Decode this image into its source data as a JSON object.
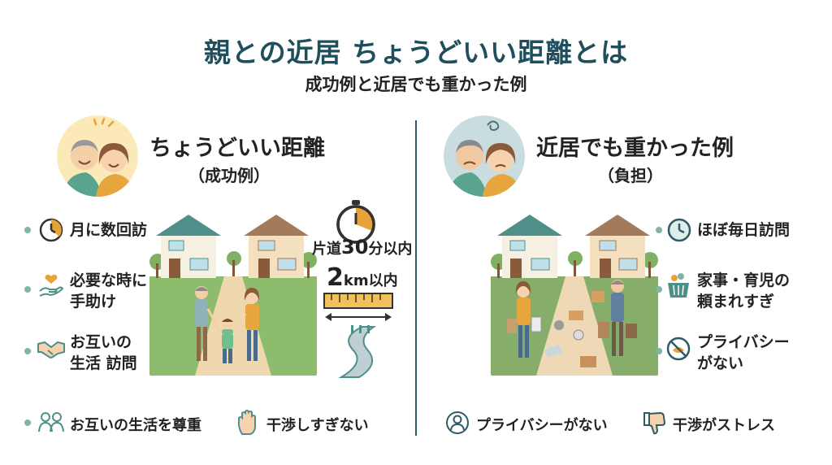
{
  "header": {
    "title": "親との近居 ちょうどいい距離とは",
    "subtitle": "成功例と近居でも重かった例"
  },
  "left": {
    "title": "ちょうどいい距離",
    "subtitle": "（成功例）",
    "items": [
      {
        "line1": "月に数回訪",
        "line2": "",
        "icon": "clock-icon"
      },
      {
        "line1": "必要な時に",
        "line2": "手助け",
        "icon": "heart-hand-icon"
      },
      {
        "line1": "お互いの",
        "line2": "生活 訪問",
        "icon": "handshake-icon"
      }
    ],
    "distance": {
      "prefix": "片道",
      "minutes": "30",
      "minutes_suffix": "分以内",
      "km_num": "2",
      "km_suffix": "km以内"
    },
    "footer": [
      {
        "label": "お互いの生活を尊重",
        "icon": "people-icon"
      },
      {
        "label": "干渉しすぎない",
        "icon": "raised-hand-icon"
      }
    ]
  },
  "right": {
    "title": "近居でも重かった例",
    "subtitle": "（負担）",
    "items": [
      {
        "line1": "ほぼ毎日訪問",
        "line2": "",
        "icon": "clock-icon"
      },
      {
        "line1": "家事・育児の",
        "line2": "頼まれすぎ",
        "icon": "laundry-basket-icon"
      },
      {
        "line1": "プライバシー",
        "line2": "がない",
        "icon": "no-privacy-icon"
      }
    ],
    "footer": [
      {
        "label": "プライバシーがない",
        "icon": "person-icon"
      },
      {
        "label": "干渉がストレス",
        "icon": "thumbs-down-icon"
      }
    ]
  },
  "colors": {
    "title": "#1f4e5c",
    "accent_orange": "#e8a23a",
    "accent_teal": "#4f8f8a",
    "bullet": "#7fb5a8",
    "grass": "#7fb163"
  }
}
